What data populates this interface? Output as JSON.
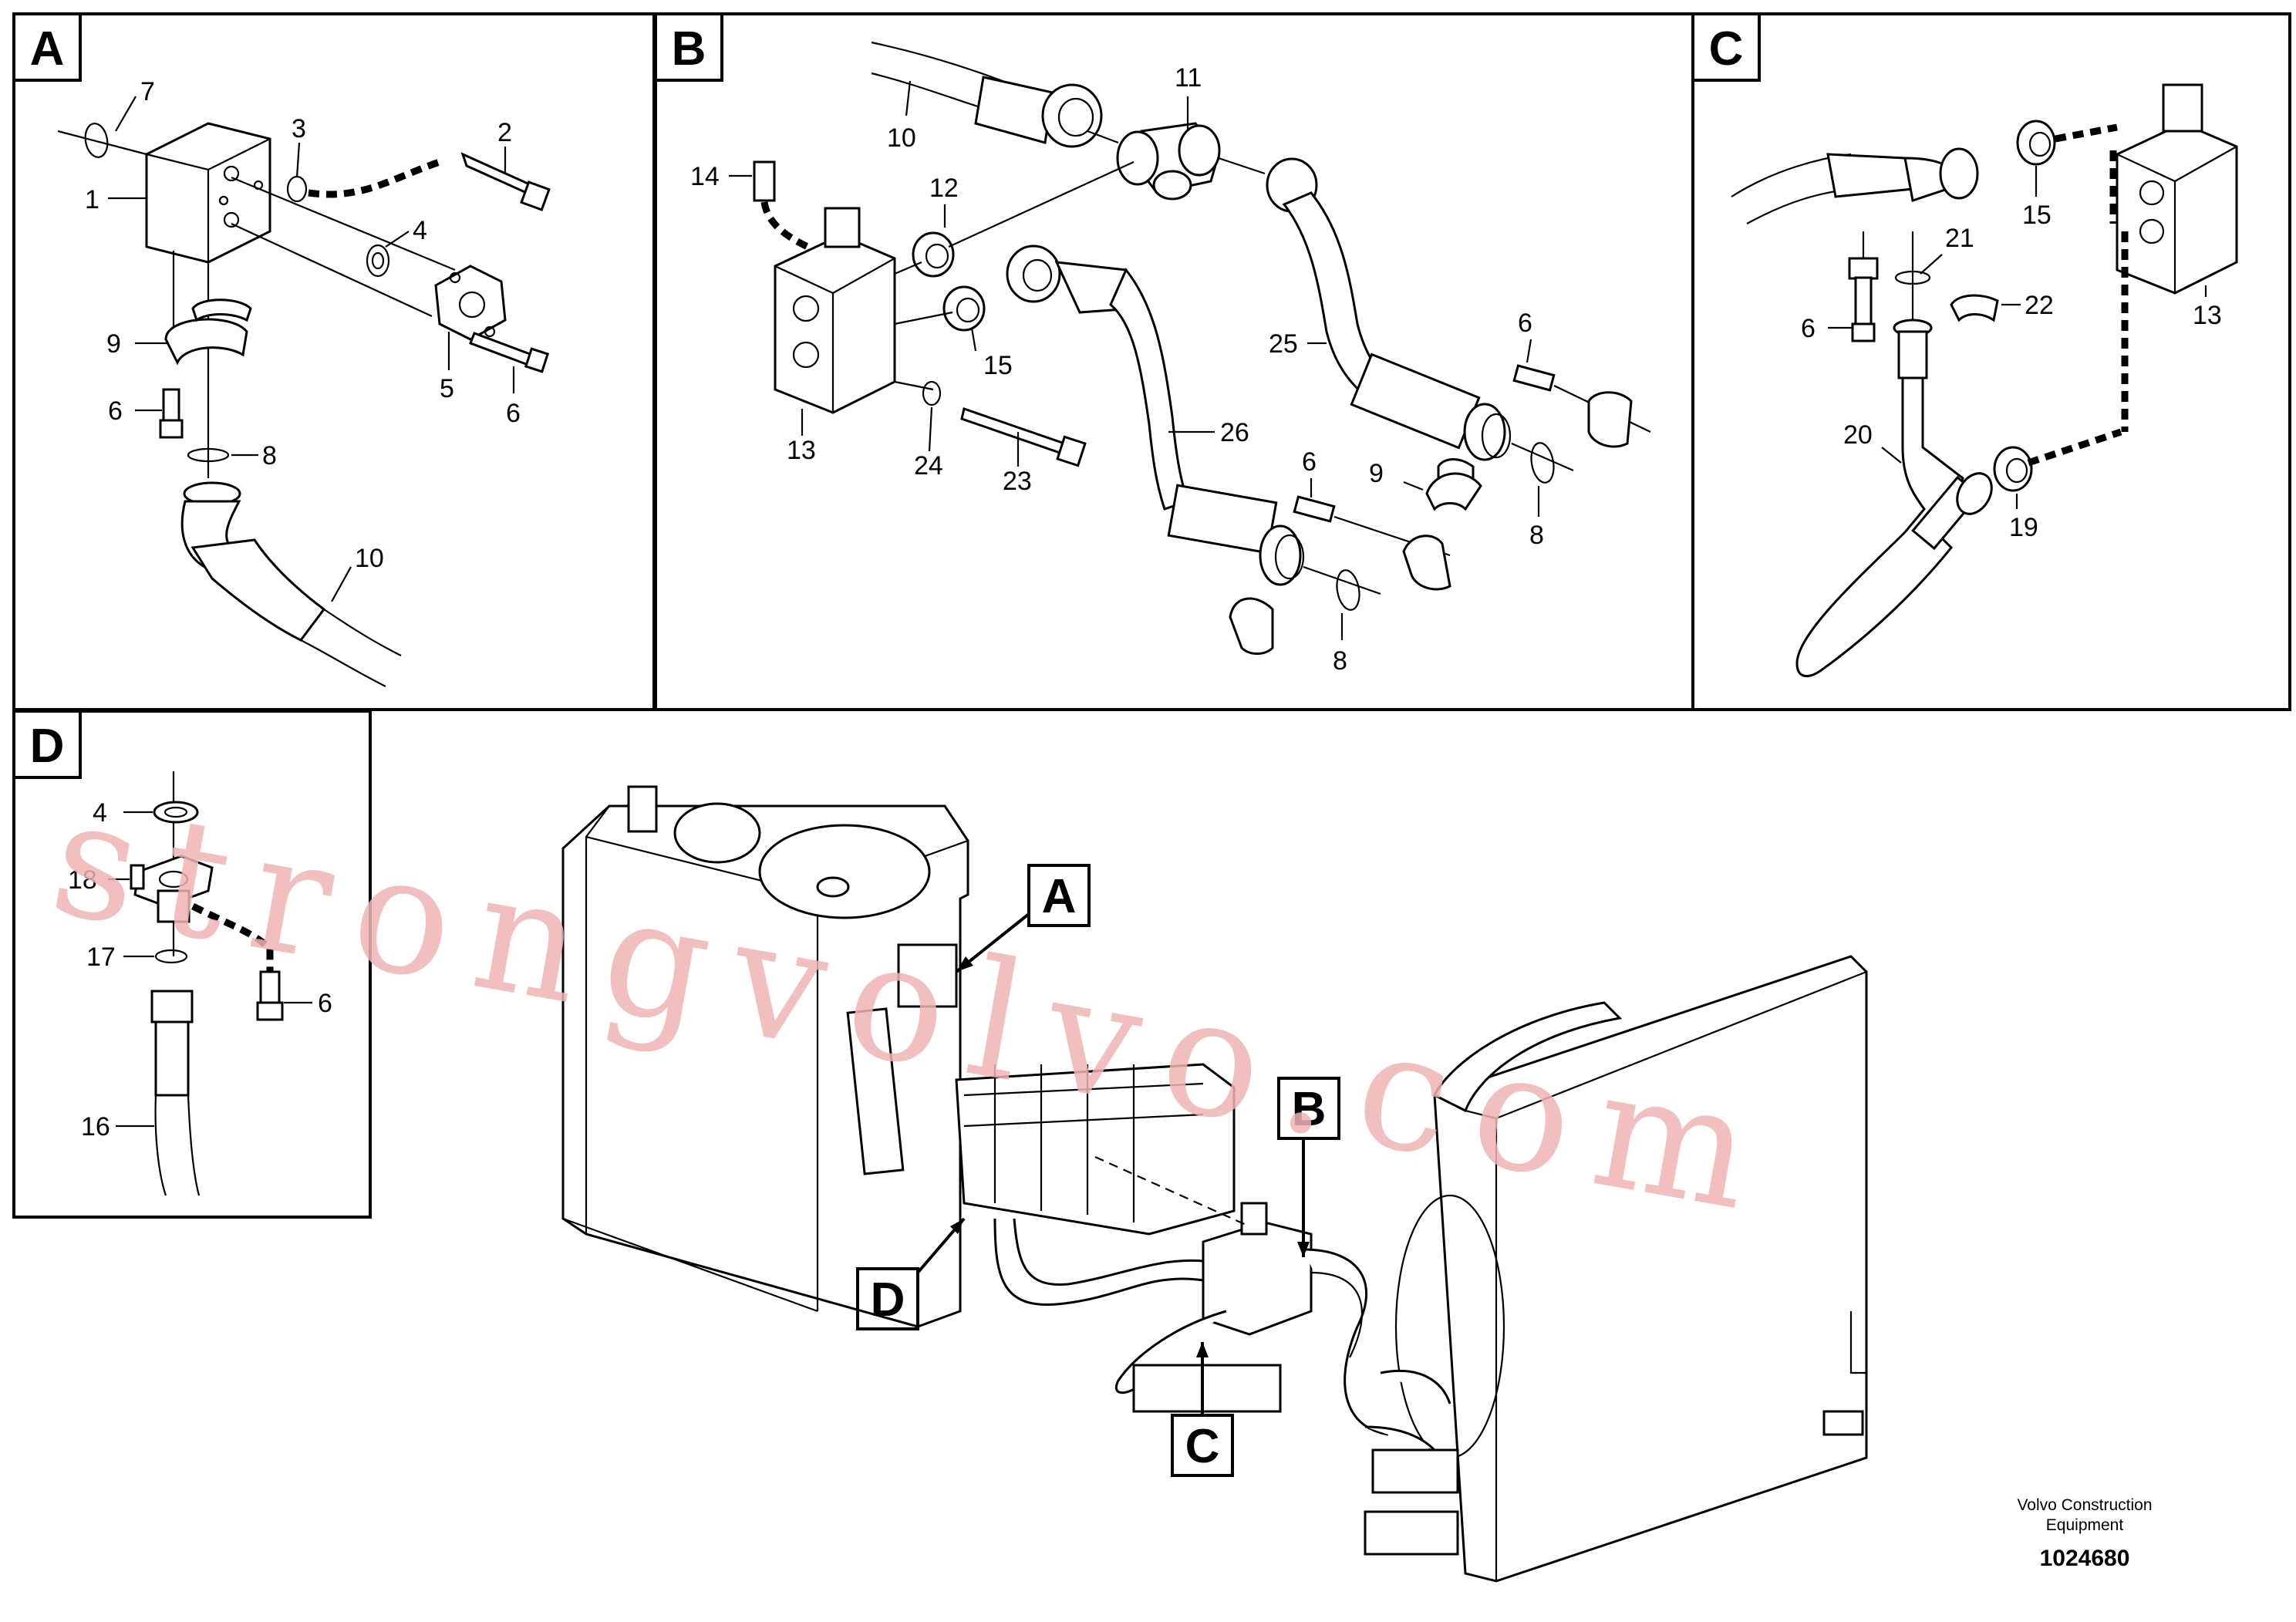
{
  "panels": {
    "a": {
      "letter": "A",
      "callouts": [
        "7",
        "3",
        "2",
        "1",
        "4",
        "9",
        "5",
        "6",
        "6",
        "8",
        "10"
      ]
    },
    "b": {
      "letter": "B",
      "callouts": [
        "11",
        "10",
        "12",
        "14",
        "13",
        "15",
        "25",
        "26",
        "6",
        "24",
        "23",
        "6",
        "9",
        "8",
        "8"
      ]
    },
    "c": {
      "letter": "C",
      "callouts": [
        "15",
        "21",
        "22",
        "6",
        "13",
        "20",
        "19"
      ]
    },
    "d": {
      "letter": "D",
      "callouts": [
        "4",
        "18",
        "17",
        "6",
        "16"
      ]
    }
  },
  "overview": {
    "tags": [
      "A",
      "B",
      "D",
      "C"
    ]
  },
  "watermark": "strongvolvo.com",
  "footer": {
    "company_line1": "Volvo Construction",
    "company_line2": "Equipment",
    "drawing_number": "1024680"
  }
}
